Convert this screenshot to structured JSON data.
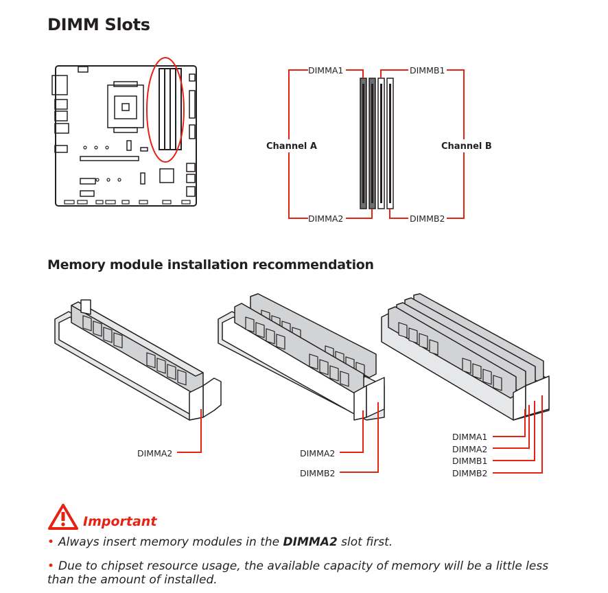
{
  "section_title": "DIMM Slots",
  "slot_diagram": {
    "channel_a": "Channel A",
    "channel_b": "Channel B",
    "dimma1": "DIMMA1",
    "dimma2": "DIMMA2",
    "dimmb1": "DIMMB1",
    "dimmb2": "DIMMB2"
  },
  "recommendation_title": "Memory module installation recommendation",
  "configs": [
    {
      "labels": [
        "DIMMA2"
      ]
    },
    {
      "labels": [
        "DIMMA2",
        "DIMMB2"
      ]
    },
    {
      "labels": [
        "DIMMA1",
        "DIMMA2",
        "DIMMB1",
        "DIMMB2"
      ]
    }
  ],
  "important": {
    "title": "Important",
    "bullet1_pre": "Always insert memory modules in the ",
    "bullet1_bold": "DIMMA2",
    "bullet1_post": " slot first.",
    "bullet2_line1": "Due to chipset resource usage, the available capacity of memory will be a little less",
    "bullet2_line2": "than the amount of installed."
  },
  "colors": {
    "accent": "#e42313",
    "text": "#231f20",
    "slot_dark": "#6d6e71",
    "slot_light": "#ffffff"
  }
}
